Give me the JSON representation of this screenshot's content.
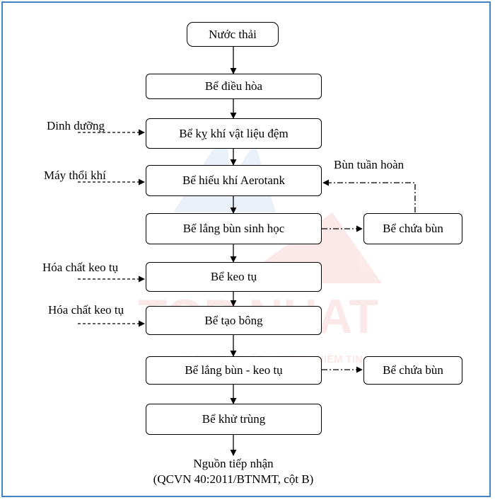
{
  "diagram": {
    "steps": {
      "source": "Nước thải",
      "equalization": "Bể điều hòa",
      "anaerobic": "Bể kỵ khí vật liệu đệm",
      "aerotank": "Bể hiếu khí Aerotank",
      "bio_settling": "Bể lắng bùn sinh học",
      "coagulation": "Bể keo tụ",
      "flocculation": "Bể tạo bông",
      "chem_settling": "Bể lắng bùn - keo tụ",
      "disinfection": "Bể khử trùng"
    },
    "sludge_tanks": {
      "tank1": "Bể chứa bùn",
      "tank2": "Bể chứa bùn"
    },
    "inputs": {
      "nutrients": "Dinh dưỡng",
      "blower": "Máy thổi khí",
      "coagulant1": "Hóa chất keo tụ",
      "coagulant2": "Hóa chất keo tụ"
    },
    "recycle_label": "Bùn tuần hoàn",
    "receiver": {
      "line1": "Nguồn tiếp nhận",
      "line2": "(QCVN 40:2011/BTNMT, cột B)"
    },
    "watermark": {
      "line1": "TOP NHAT",
      "line2": "TRUNG THỰC - CHẤT LƯỢNG - NIỀM TIN"
    }
  },
  "colors": {
    "frame": "#3f83c8",
    "watermark_red": "#e23030",
    "watermark_blue": "#4a7fc8"
  }
}
